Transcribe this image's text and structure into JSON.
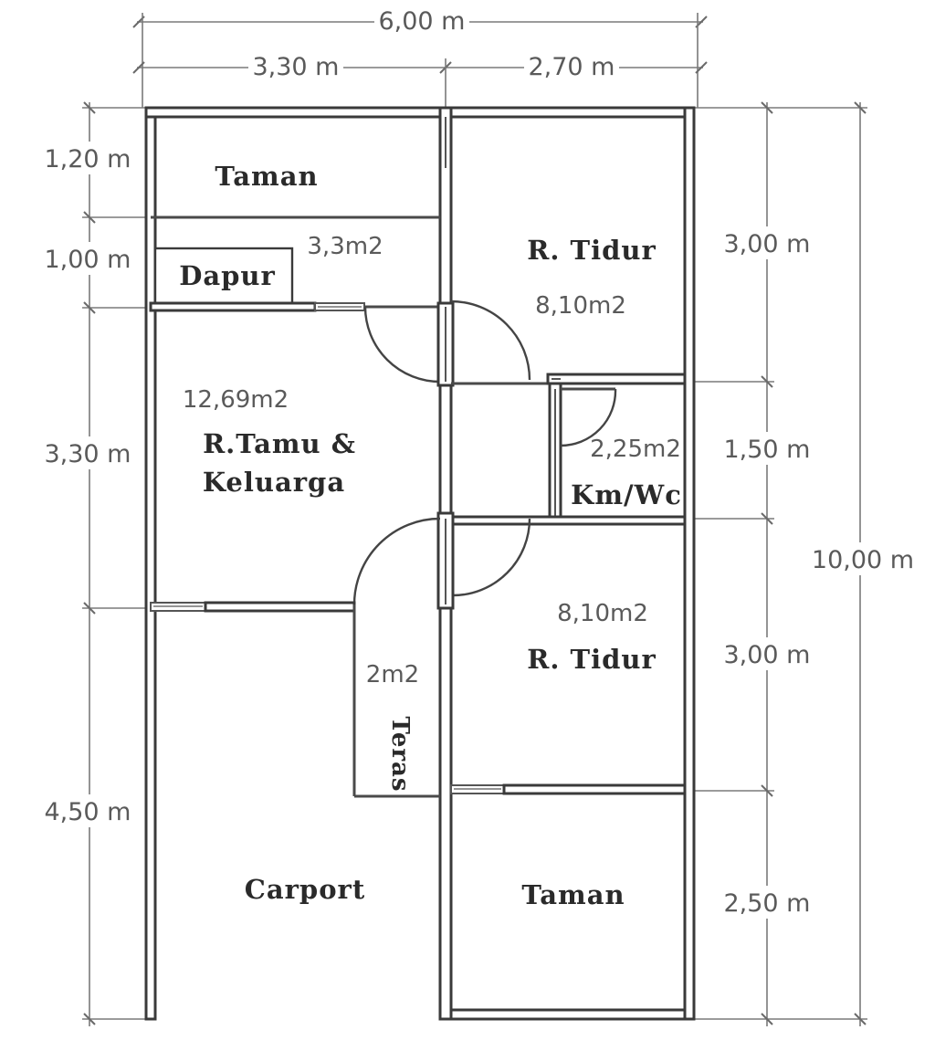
{
  "dimensions": {
    "top_total": "6,00 m",
    "top_left": "3,30 m",
    "top_right": "2,70 m",
    "left_1": "1,20 m",
    "left_2": "1,00 m",
    "left_3": "3,30 m",
    "left_4": "4,50 m",
    "right_1": "3,00 m",
    "right_2": "1,50 m",
    "right_3": "3,00 m",
    "right_4": "2,50 m",
    "right_total": "10,00 m"
  },
  "rooms": {
    "taman_top": {
      "name": "Taman"
    },
    "dapur": {
      "name": "Dapur",
      "area": "3,3m2"
    },
    "tidur_top": {
      "name": "R. Tidur",
      "area": "8,10m2"
    },
    "tamu": {
      "name_line1": "R.Tamu &",
      "name_line2": "Keluarga",
      "area": "12,69m2"
    },
    "kmwc": {
      "name": "Km/Wc",
      "area": "2,25m2"
    },
    "tidur_bottom": {
      "name": "R. Tidur",
      "area": "8,10m2"
    },
    "teras": {
      "name": "Teras",
      "area": "2m2"
    },
    "carport": {
      "name": "Carport"
    },
    "taman_bottom": {
      "name": "Taman"
    }
  }
}
